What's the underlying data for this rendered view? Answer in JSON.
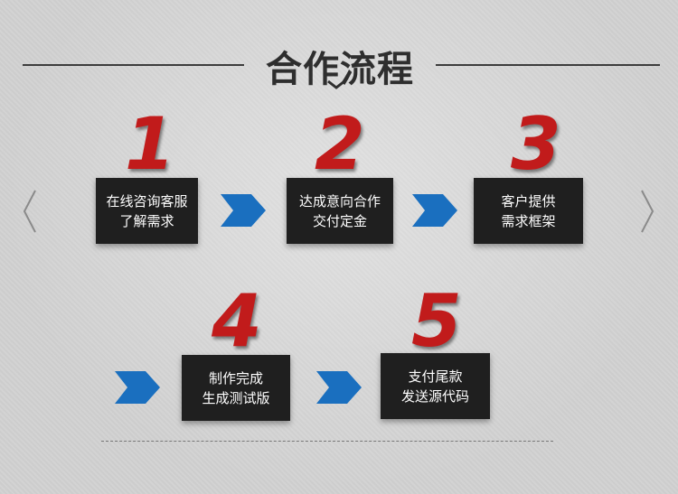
{
  "header": {
    "title": "合作流程"
  },
  "steps": [
    {
      "number": "1",
      "line1": "在线咨询客服",
      "line2": "了解需求"
    },
    {
      "number": "2",
      "line1": "达成意向合作",
      "line2": "交付定金"
    },
    {
      "number": "3",
      "line1": "客户提供",
      "line2": "需求框架"
    },
    {
      "number": "4",
      "line1": "制作完成",
      "line2": "生成测试版"
    },
    {
      "number": "5",
      "line1": "支付尾款",
      "line2": "发送源代码"
    }
  ],
  "colors": {
    "number_red": "#c11b1b",
    "arrow_blue": "#1a6fbf",
    "box_dark": "#1f1f1f"
  },
  "icons": {
    "prev": "chevron-left-icon",
    "next": "chevron-right-icon",
    "arrow": "chevron-arrow-icon"
  }
}
